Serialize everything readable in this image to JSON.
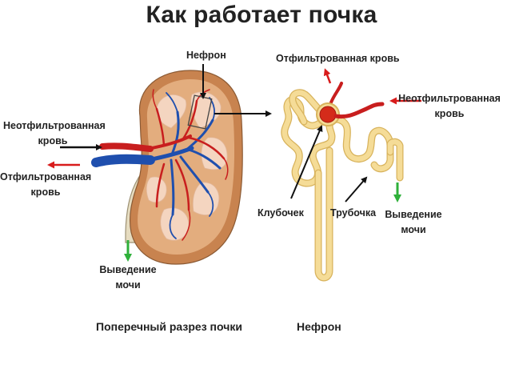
{
  "title": "Как работает почка",
  "labels": {
    "nephron_top": "Нефрон",
    "unfiltered_left_1": "Неотфильтрованная",
    "unfiltered_left_2": "кровь",
    "filtered_left_1": "Отфильтрованная",
    "filtered_left_2": "кровь",
    "urine_left_1": "Выведение",
    "urine_left_2": "мочи",
    "filtered_right": "Отфильтрованная кровь",
    "unfiltered_right_1": "Неотфильтрованная",
    "unfiltered_right_2": "кровь",
    "glomerulus": "Клубочек",
    "tubule": "Трубочка",
    "urine_right_1": "Выведение",
    "urine_right_2": "мочи"
  },
  "captions": {
    "kidney": "Поперечный разрез почки",
    "nephron": "Нефрон"
  },
  "colors": {
    "kidney_outer": "#c8834f",
    "kidney_cortex": "#e3ad7e",
    "pyramid": "#f4d5c0",
    "vein": "#1f4fae",
    "artery": "#c81e1e",
    "tubule": "#f5dc97",
    "tubule_edge": "#d8b35c",
    "glomerulus": "#d42b1a",
    "arrow_red": "#d81c1c",
    "arrow_green": "#2fb03a",
    "arrow_black": "#111111"
  }
}
